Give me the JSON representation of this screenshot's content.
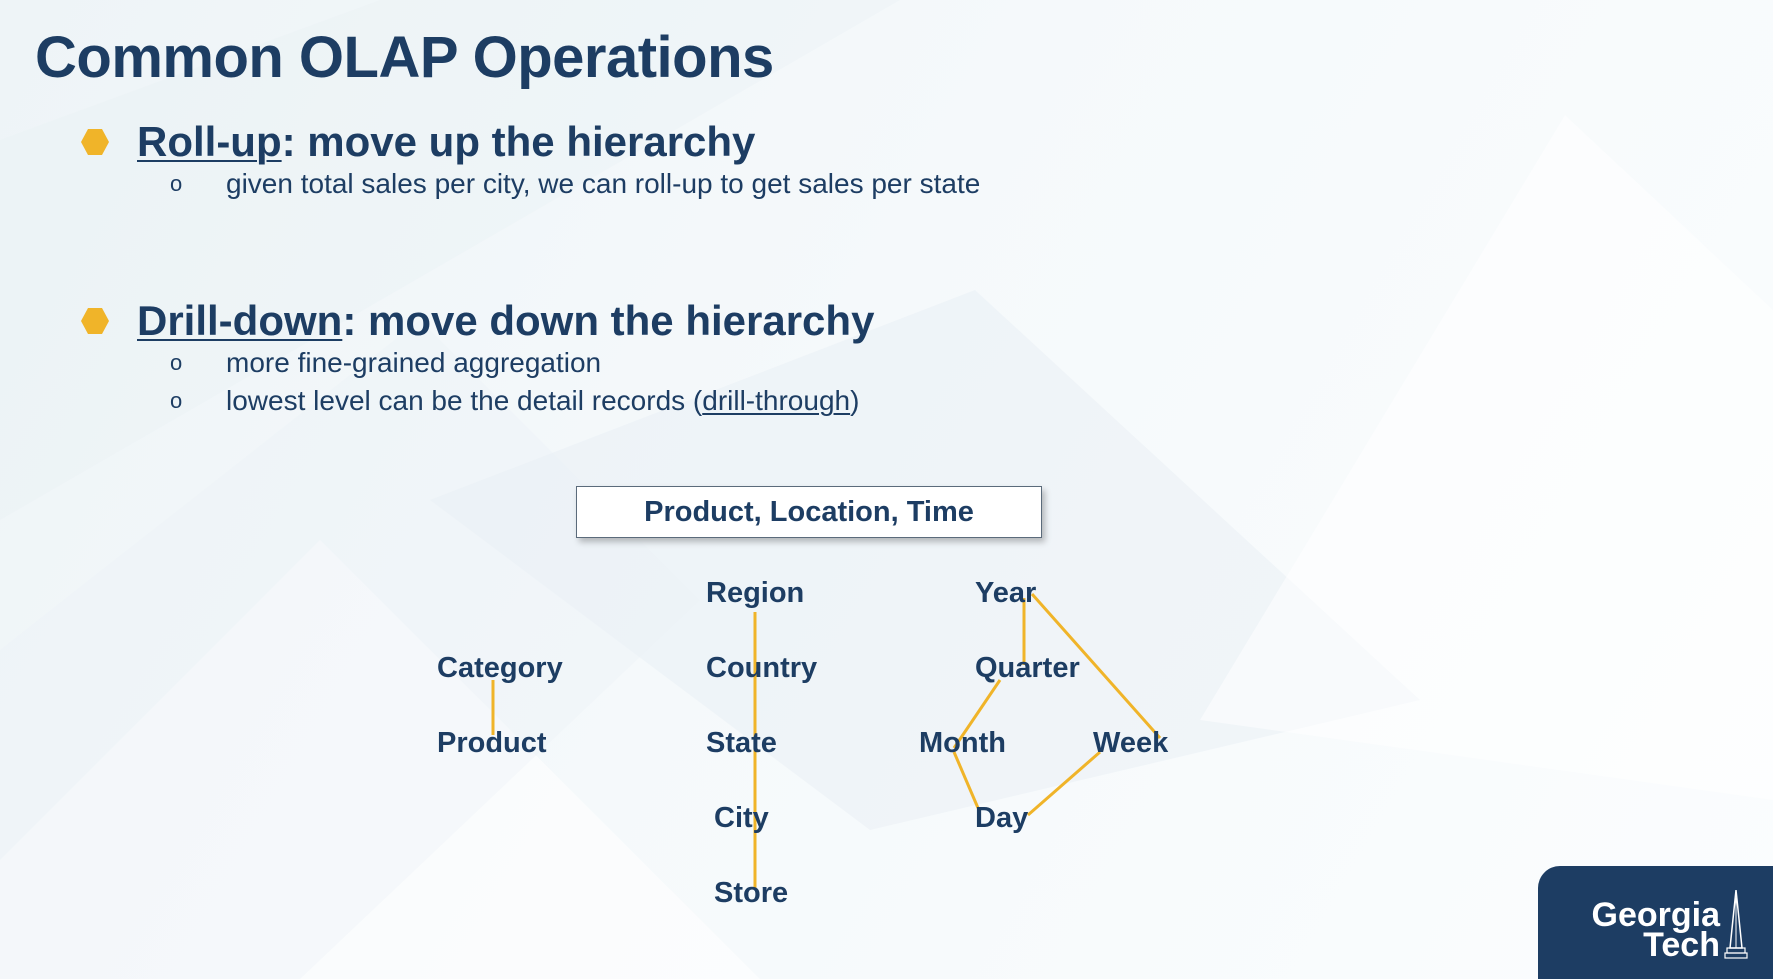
{
  "slide": {
    "title": "Common OLAP Operations",
    "bullets": [
      {
        "term": "Roll-up",
        "rest": ": move up the hierarchy",
        "subs": [
          {
            "marker": "o",
            "text": "given total sales per city, we can roll-up to get sales per state"
          }
        ]
      },
      {
        "term": "Drill-down",
        "rest": ": move down the hierarchy",
        "subs": [
          {
            "marker": "o",
            "text": "more fine-grained aggregation"
          },
          {
            "marker": "o",
            "text_before": "lowest level can be the detail records (",
            "link": "drill-through",
            "text_after": ")"
          }
        ]
      }
    ]
  },
  "diagram": {
    "dimensions_label": "Product, Location, Time",
    "product": [
      "Category",
      "Product"
    ],
    "location": [
      "Region",
      "Country",
      "State",
      "City",
      "Store"
    ],
    "time": {
      "year": "Year",
      "quarter": "Quarter",
      "month": "Month",
      "week": "Week",
      "day": "Day"
    },
    "line_color": "#f0b429"
  },
  "colors": {
    "text": "#1d3d63",
    "accent": "#f0b429",
    "logo_bg": "#1d3d63"
  },
  "logo": {
    "line1": "Georgia",
    "line2": "Tech"
  }
}
